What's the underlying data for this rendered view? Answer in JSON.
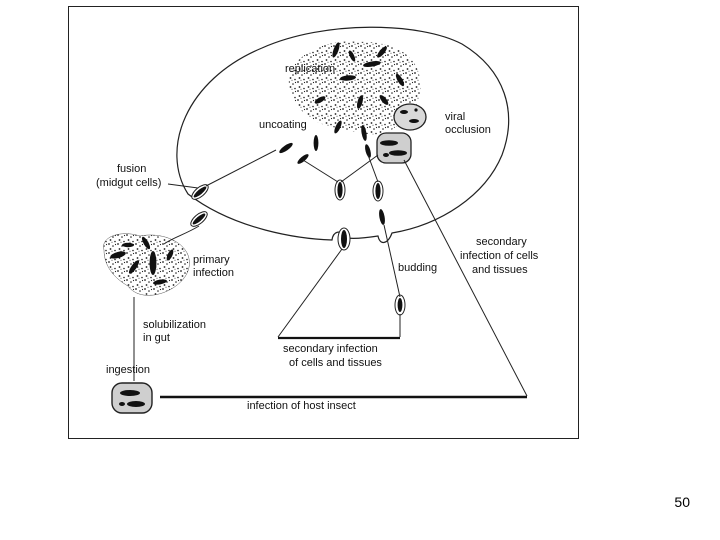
{
  "diagram": {
    "labels": {
      "replication": "replication",
      "uncoating": "uncoating",
      "viral_occlusion": [
        "viral",
        "occlusion"
      ],
      "fusion": [
        "fusion",
        "(midgut cells)"
      ],
      "primary_infection": [
        "primary",
        "infection"
      ],
      "secondary_infection_right": [
        "secondary",
        "infection of cells",
        "and tissues"
      ],
      "budding": "budding",
      "solubilization": [
        "solubilization",
        "in gut"
      ],
      "secondary_infection_bottom": [
        "secondary infection",
        "of cells and tissues"
      ],
      "ingestion": "ingestion",
      "infection_of_host": "infection of host insect"
    }
  },
  "page_number": "50"
}
